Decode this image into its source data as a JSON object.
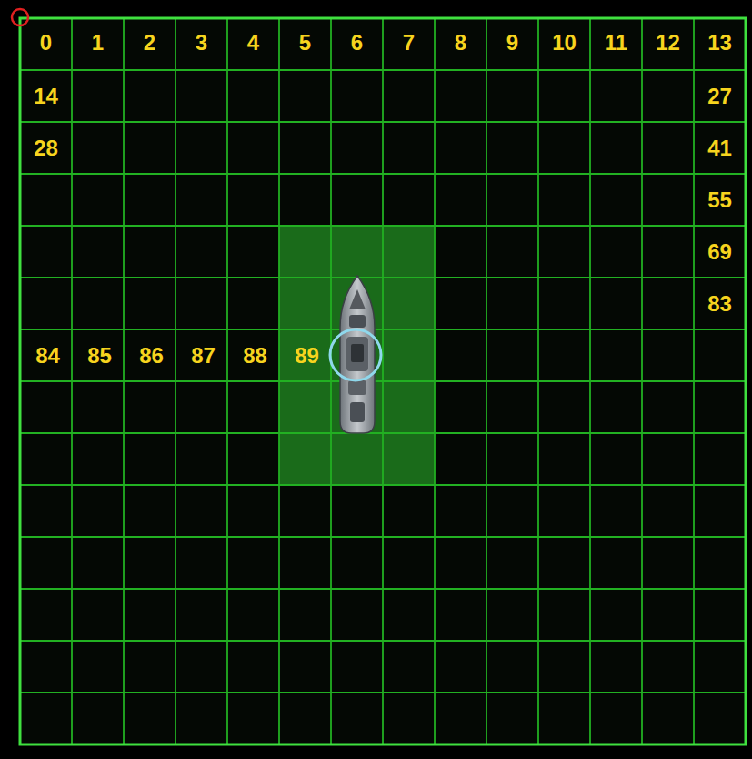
{
  "diagram": {
    "labels": [
      "0",
      "1",
      "2",
      "3",
      "4",
      "5",
      "6",
      "7",
      "8",
      "9",
      "10",
      "11",
      "12",
      "13",
      "14",
      "27",
      "28",
      "41",
      "55",
      "69",
      "83",
      "84",
      "85",
      "86",
      "87",
      "88",
      "89"
    ]
  }
}
